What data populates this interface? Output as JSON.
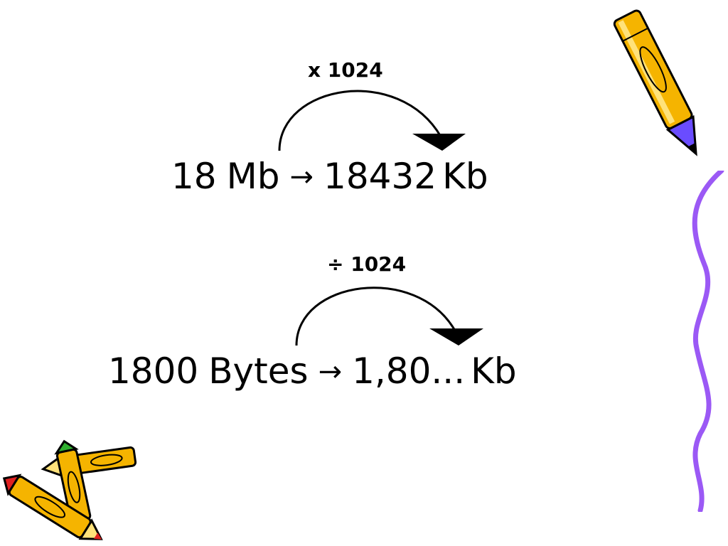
{
  "slide": {
    "conversion1": {
      "operation": "x 1024",
      "from_value": "18",
      "from_unit": "Mb",
      "arrow": "→",
      "to_value": "18432",
      "to_unit": "Kb"
    },
    "conversion2": {
      "operation": "÷ 1024",
      "from_value": "1800",
      "from_unit": "Bytes",
      "arrow": "→",
      "to_value": "1,80...",
      "to_unit": "Kb"
    }
  },
  "icons": {
    "top_right": "pencil-icon",
    "bottom_left": "crossed-pencils-icon",
    "right_edge": "wavy-line-icon"
  },
  "colors": {
    "pencil_body": "#f5b400",
    "pencil_tip": "#6a4cff",
    "wavy_line": "#9b59f5",
    "pencil_red": "#e02020",
    "pencil_green": "#2fb02f"
  }
}
